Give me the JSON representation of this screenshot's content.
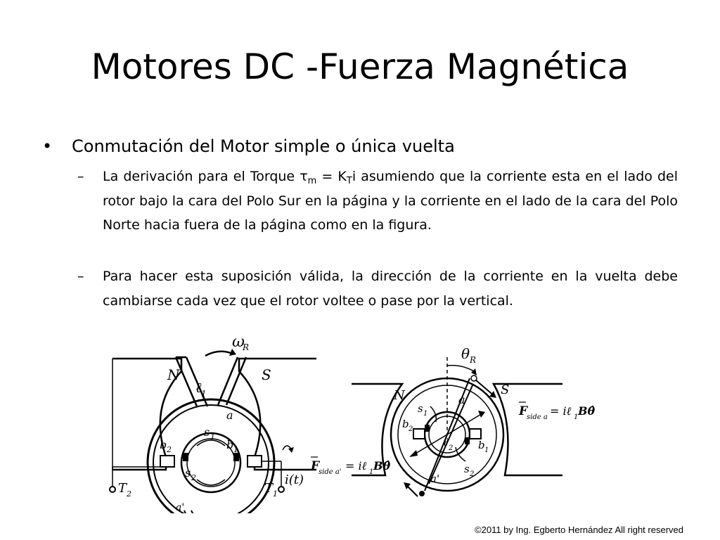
{
  "title": "Motores DC -Fuerza Magnética",
  "bullet": {
    "symbol": "•",
    "text": "Conmutación del Motor simple o única vuelta"
  },
  "subbullets": [
    {
      "dash": "–",
      "part1": "La derivación para el Torque τ",
      "sub1": "m",
      "part2": " = K",
      "sub2": "T",
      "part3": "i asumiendo que la corriente esta en el lado del rotor bajo la cara del Polo Sur en la página y la corriente en el lado de la cara del Polo Norte hacia fuera de la página como en la figura."
    },
    {
      "dash": "–",
      "text": "Para hacer esta suposición válida, la dirección de la corriente en la vuelta debe cambiarse cada vez que el rotor voltee o pase por la vertical."
    }
  ],
  "figure_left": {
    "omega": "ω",
    "omega_sub": "R",
    "pole_n": "N",
    "pole_s": "S",
    "l1": "ℓ",
    "l1_sub": "1",
    "a": "a",
    "s1": "s",
    "s1_sub": "1",
    "b1": "b",
    "b1_sub": "1",
    "b2": "b",
    "b2_sub": "2",
    "s2": "s",
    "s2_sub": "2",
    "i_t": "i(t)",
    "t2": "T",
    "t2_sub": "2",
    "t1": "T",
    "t1_sub": "1",
    "a_prime": "a'"
  },
  "figure_right": {
    "theta": "θ",
    "theta_sub": "R",
    "pole_n": "N",
    "pole_s": "S",
    "a": "a",
    "s1": "s",
    "s1_sub": "1",
    "b2": "b",
    "b2_sub": "2",
    "l2": "ℓ",
    "l2_sub": "2",
    "b1": "b",
    "b1_sub": "1",
    "s2": "s",
    "s2_sub": "2",
    "a_prime": "a'",
    "f_side_a": "F",
    "f_side_a_sub": "side a",
    "f_side_a_eq": "= iℓ",
    "f_side_a_eq_sub": "1",
    "f_side_a_tail": "Bθ̂",
    "f_side_ap": "F",
    "f_side_ap_sub": "side a'",
    "f_side_ap_eq": "= iℓ",
    "f_side_ap_eq_sub": "1",
    "f_side_ap_tail": "Bθ̂"
  },
  "copyright": "©2011 by Ing. Egberto Hernández All right reserved"
}
